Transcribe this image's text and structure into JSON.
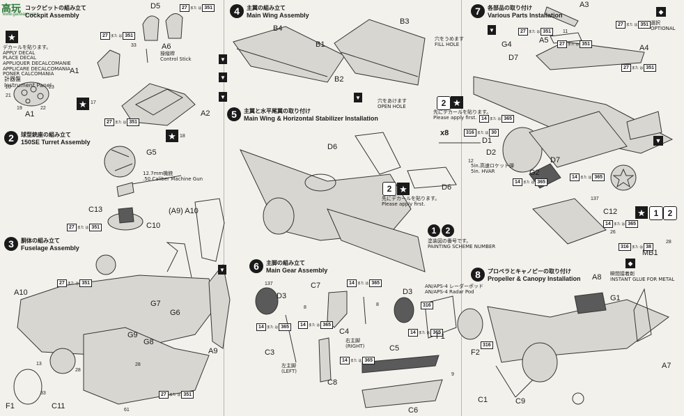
{
  "watermark": {
    "logo": "高玩",
    "url": "www.gaowan.com"
  },
  "step1": {
    "title_jp": "コックピットの組み立て",
    "title_en": "Cockpit Assembly",
    "decal_note": [
      "デカールを貼ります。",
      "APPLY DECAL",
      "PLACE DECAL",
      "APPLIQUER DECALCOMANIE",
      "APPLICARE DECALCOMANIA",
      "PONER CALCOMANIA"
    ],
    "panel_jp": "計器盤",
    "panel_en": "Instrument Panel",
    "control_stick_jp": "操縦桿",
    "control_stick_en": "Control Stick"
  },
  "step2": {
    "num": "2",
    "title_jp": "球型銃座の組み立て",
    "title_en": "150SE Turret Assembly",
    "gun_jp": "12.7mm機銃",
    "gun_en": ".50 Caliber Machine Gun"
  },
  "step3": {
    "num": "3",
    "title_jp": "胴体の組み立て",
    "title_en": "Fuselage Assembly"
  },
  "step4": {
    "num": "4",
    "title_jp": "主翼の組み立て",
    "title_en": "Main Wing Assembly",
    "open_hole_jp": "穴をあけます",
    "open_hole_en": "OPEN HOLE"
  },
  "step5": {
    "num": "5",
    "title_jp": "主翼と水平尾翼の取り付け",
    "title_en": "Main Wing & Horizontal Stabilizer Installation",
    "apply_jp": "先にデカールを貼ります。",
    "apply_en": "Please apply first."
  },
  "step6": {
    "num": "6",
    "title_jp": "主脚の組み立て",
    "title_en": "Main Gear Assembly",
    "right_jp": "右主脚",
    "right_en": "(RIGHT)",
    "left_jp": "左主脚",
    "left_en": "(LEFT)"
  },
  "step7": {
    "num": "7",
    "title_jp": "各部品の取り付け",
    "title_en": "Various Parts Installation",
    "fill_hole_jp": "穴をうめます",
    "fill_hole_en": "FILL HOLE",
    "optional_jp": "選択",
    "optional_en": "OPTIONAL",
    "rocket_jp": "5in.高速ロケット弾",
    "rocket_en": "5in. HVAR",
    "apply_jp": "先にデカールを貼ります。",
    "apply_en": "Please apply first.",
    "radar_jp": "AN/APS-4 レーダーポッド",
    "radar_en": "AN/APS-4 Radar Pod",
    "glue_jp": "瞬間接着剤",
    "glue_en": "INSTANT GLUE FOR METAL",
    "qty": "x8"
  },
  "step8": {
    "num": "8",
    "title_jp": "プロペラとキャノピーの取り付け",
    "title_en": "Propeller & Canopy Installation"
  },
  "scheme": {
    "jp": "塗装図の番号です。",
    "en": "PAINTING SCHEME NUMBER"
  },
  "part_labels": {
    "A1": "A1",
    "A2": "A2",
    "A3": "A3",
    "A4": "A4",
    "A5": "A5",
    "A6": "A6",
    "A7": "A7",
    "A8": "A8",
    "A9": "A9",
    "A10": "A10",
    "A9A10": "(A9) A10",
    "B1": "B1",
    "B2": "B2",
    "B3": "B3",
    "B4": "B4",
    "C1": "C1",
    "C3": "C3",
    "C4": "C4",
    "C5": "C5",
    "C6": "C6",
    "C7": "C7",
    "C8": "C8",
    "C9": "C9",
    "C10": "C10",
    "C11": "C11",
    "C12": "C12",
    "C13": "C13",
    "D1": "D1",
    "D2": "D2",
    "D3": "D3",
    "D3b": "D3",
    "D5": "D5",
    "D6": "D6",
    "D6b": "D6",
    "D7": "D7",
    "D7b": "D7",
    "F1": "F1",
    "F1b": "F1",
    "F2": "F2",
    "G1": "G1",
    "G2": "G2",
    "G4": "G4",
    "G5": "G5",
    "G6": "G6",
    "G7": "G7",
    "G8": "G8",
    "G9": "G9",
    "MB1": "MB1",
    "n8": "8",
    "n8b": "8",
    "n9": "9",
    "n11": "11",
    "n12": "12",
    "n13": "13",
    "n17": "17",
    "n18": "18",
    "n19": "19",
    "n20": "20",
    "n21": "21",
    "n22": "22",
    "n26": "26",
    "n28": "28",
    "n28b": "28",
    "n33": "33",
    "n33b": "33",
    "n61": "61",
    "n137": "137",
    "n137b": "137"
  },
  "paint_codes": {
    "c27_351": [
      "27",
      "351"
    ],
    "c14_365": [
      "14",
      "365"
    ],
    "c316_30": [
      "316",
      "30"
    ],
    "c316": [
      "316"
    ],
    "c316_38": [
      "316",
      "38"
    ]
  },
  "paint_marker": "また は"
}
